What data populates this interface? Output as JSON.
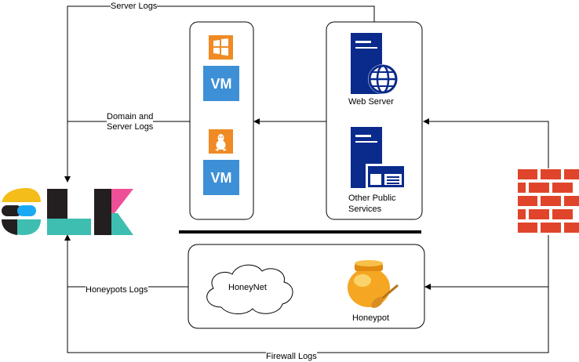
{
  "labels": {
    "server_logs": "Server Logs",
    "domain_logs_1": "Domain and",
    "domain_logs_2": "Server Logs",
    "honeypots_logs": "Honeypots Logs",
    "firewall_logs": "Firewall Logs",
    "web_server": "Web Server",
    "other_public_1": "Other Public",
    "other_public_2": "Services",
    "honeynet": "HoneyNet",
    "honeypot": "Honeypot",
    "vm_1": "VM",
    "vm_2": "VM"
  },
  "colors": {
    "vm_blue": "#3d8fd6",
    "os_orange": "#f08a24",
    "server_navy": "#0a2a8c",
    "firewall_red": "#e0452b",
    "elk_yellow": "#f4bd19",
    "elk_teal": "#3ebeb0",
    "elk_pink": "#ee5097",
    "elk_blue": "#1ba9f5",
    "honey_orange": "#f5a623"
  },
  "icons": [
    "elk-logo-icon",
    "windows-icon",
    "linux-icon",
    "web-server-icon",
    "public-services-icon",
    "firewall-icon",
    "honeypot-icon",
    "cloud-icon"
  ]
}
